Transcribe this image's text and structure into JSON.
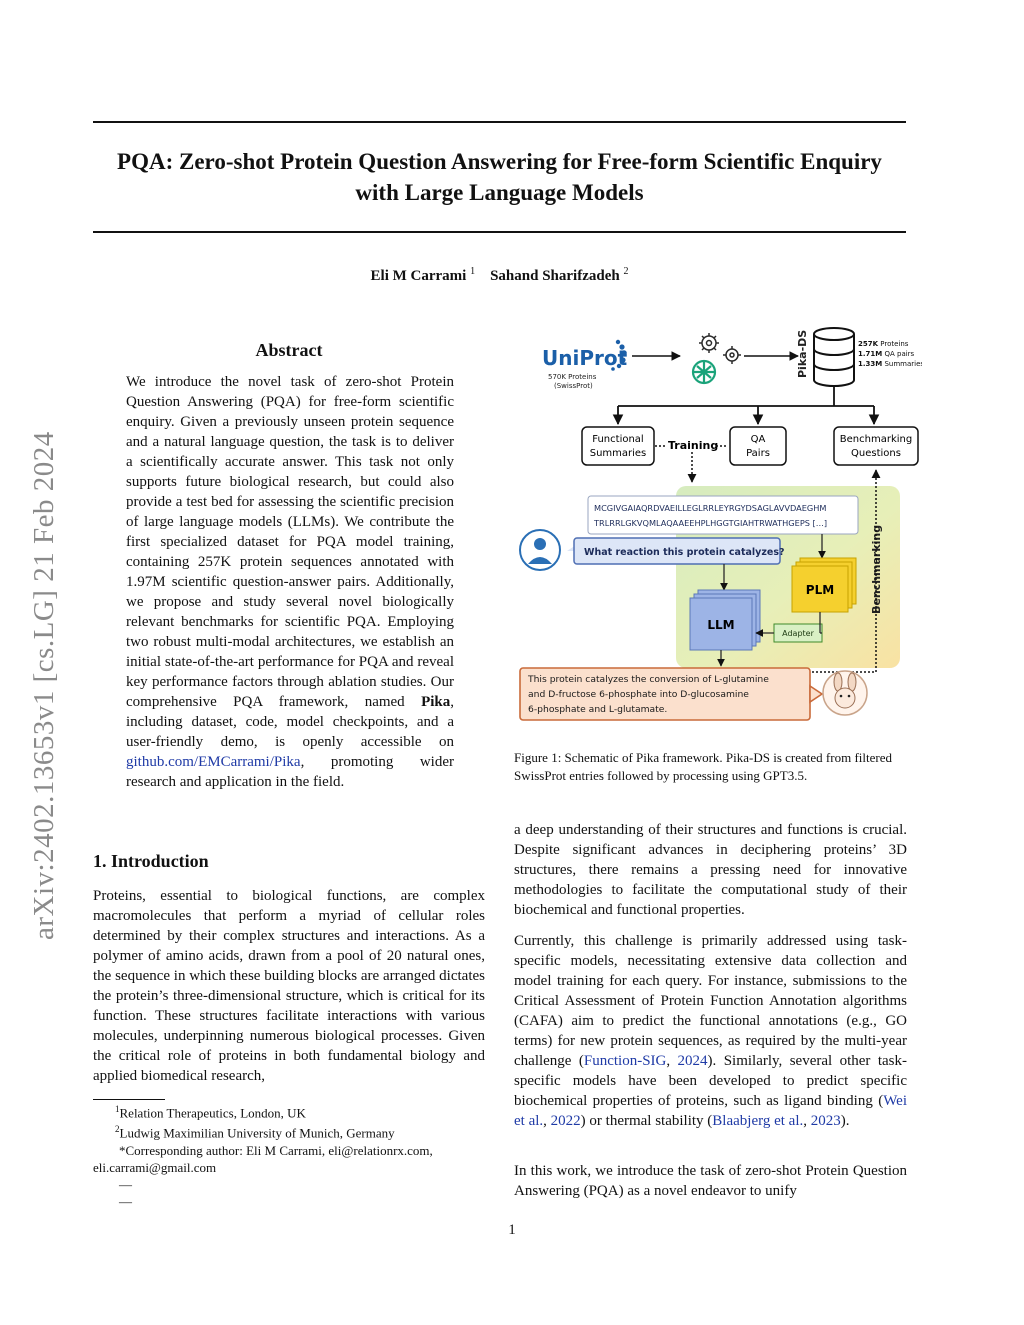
{
  "paper": {
    "title_line1": "PQA: Zero-shot Protein Question Answering for Free-form Scientific Enquiry",
    "title_line2": "with Large Language Models",
    "author1": "Eli M Carrami",
    "author1_sup": "1",
    "author2": "Sahand Sharifzadeh",
    "author2_sup": "2",
    "arxiv_stamp": "arXiv:2402.13653v1  [cs.LG]  21 Feb 2024",
    "page_number": "1"
  },
  "abstract": {
    "heading": "Abstract",
    "text_1": "We introduce the novel task of zero-shot Protein Question Answering (PQA) for free-form scientific enquiry. Given a previously unseen protein sequence and a natural language question, the task is to deliver a scientifically accurate answer. This task not only supports future biological research, but could also provide a test bed for assessing the scientific precision of large language models (LLMs). We contribute the first specialized dataset for PQA model training, containing 257K protein sequences annotated with 1.97M scientific question-answer pairs. Additionally, we propose and study several novel biologically relevant benchmarks for scientific PQA. Employing two robust multi-modal architectures, we establish an initial state-of-the-art performance for PQA and reveal key performance factors through ablation studies. Our comprehensive PQA framework, named ",
    "bold_name": "Pika",
    "text_2": ", including dataset, code, model checkpoints, and a user-friendly demo, is openly accessible on ",
    "link": "github.com/EMCarrami/Pika",
    "text_3": ", promoting wider research and application in the field."
  },
  "intro": {
    "heading": "1. Introduction",
    "para1": "Proteins, essential to biological functions, are complex macromolecules that perform a myriad of cellular roles determined by their complex structures and interactions. As a polymer of amino acids, drawn from a pool of 20 natural ones, the sequence in which these building blocks are arranged dictates the protein’s three-dimensional structure, which is critical for its function. These structures facilitate interactions with various molecules, underpinning numerous biological processes. Given the critical role of proteins in both fundamental biology and applied biomedical research,",
    "para1_cont": "a deep understanding of their structures and functions is crucial. Despite significant advances in deciphering proteins’ 3D structures, there remains a pressing need for innovative methodologies to facilitate the computational study of their biochemical and functional properties.",
    "para2_a": "Currently, this challenge is primarily addressed using task-specific models, necessitating extensive data collection and model training for each query. For instance, submissions to the Critical Assessment of Protein Function Annotation algorithms (CAFA) aim to predict the functional annotations (e.g., GO terms) for new protein sequences, as required by the multi-year challenge (",
    "cite1": "Function-SIG",
    "cite1_sep": ", ",
    "cite1_year": "2024",
    "para2_b": "). Similarly, several other task-specific models have been developed to predict specific biochemical properties of proteins, such as ligand binding (",
    "cite2": "Wei et al.",
    "cite2_sep": ", ",
    "cite2_year": "2022",
    "para2_c": ") or thermal stability (",
    "cite3": "Blaabjerg et al.",
    "cite3_sep": ", ",
    "cite3_year": "2023",
    "para2_d": ").",
    "para3": "In this work, we introduce the task of zero-shot Protein Question Answering (PQA) as a novel endeavor to unify"
  },
  "footnotes": {
    "fn1_mark": "1",
    "fn1": "Relation Therapeutics, London, UK",
    "fn2_mark": "2",
    "fn2": "Ludwig Maximilian University of Munich, Germany",
    "fn3": "*Corresponding author: Eli M Carrami, eli@relationrx.com,",
    "fn3_cont": "eli.carrami@gmail.com",
    "dash1": "—",
    "dash2": "—"
  },
  "figure": {
    "caption": "Figure 1: Schematic of Pika framework. Pika-DS is created from filtered SwissProt entries followed by processing using GPT3.5.",
    "uniprot_logo": "UniProt",
    "uniprot_sub1": "570K Proteins",
    "uniprot_sub2": "(SwissProt)",
    "pika_ds": "Pika-DS",
    "stat1_bold": "257K",
    "stat1_rest": " Proteins",
    "stat2_bold": "1.71M",
    "stat2_rest": " QA pairs",
    "stat3_bold": "1.33M",
    "stat3_rest": " Summaries",
    "box_func1": "Functional",
    "box_func2": "Summaries",
    "training": "Training",
    "box_qa1": "QA",
    "box_qa2": "Pairs",
    "box_bench1": "Benchmarking",
    "box_bench2": "Questions",
    "seq1": "MCGIVGAIAQRDVAEILLEGLRRLEYRGYDSAGLAVVDAEGHM",
    "seq2": "TRLRRLGKVQMLAQAAEEHPLHGGTGIAHTRWATHGEPS […]",
    "question": "What reaction this protein catalyzes?",
    "plm": "PLM",
    "llm": "LLM",
    "adapter": "Adapter",
    "benchmarking_side": "Benchmarking",
    "answer1": "This protein catalyzes the conversion of L-glutamine",
    "answer2": "and D-fructose 6-phosphate into D-glucosamine",
    "answer3": "6-phosphate and L-glutamate.",
    "icons": [
      "gear-icon",
      "openai-icon",
      "database-icon",
      "scientist-icon",
      "pika-mascot-icon"
    ],
    "colors": {
      "uniprot_blue": "#1b5fa8",
      "panel_green": "#cde6b5",
      "panel_yellow": "#f7e7a6",
      "plm_yellow": "#f5d02e",
      "llm_blue": "#9db4e6",
      "question_fill": "#dde6f7",
      "answer_fill": "#fbe0cd",
      "answer_border": "#c96a3a",
      "adapter_fill": "#d9f0c4"
    }
  }
}
